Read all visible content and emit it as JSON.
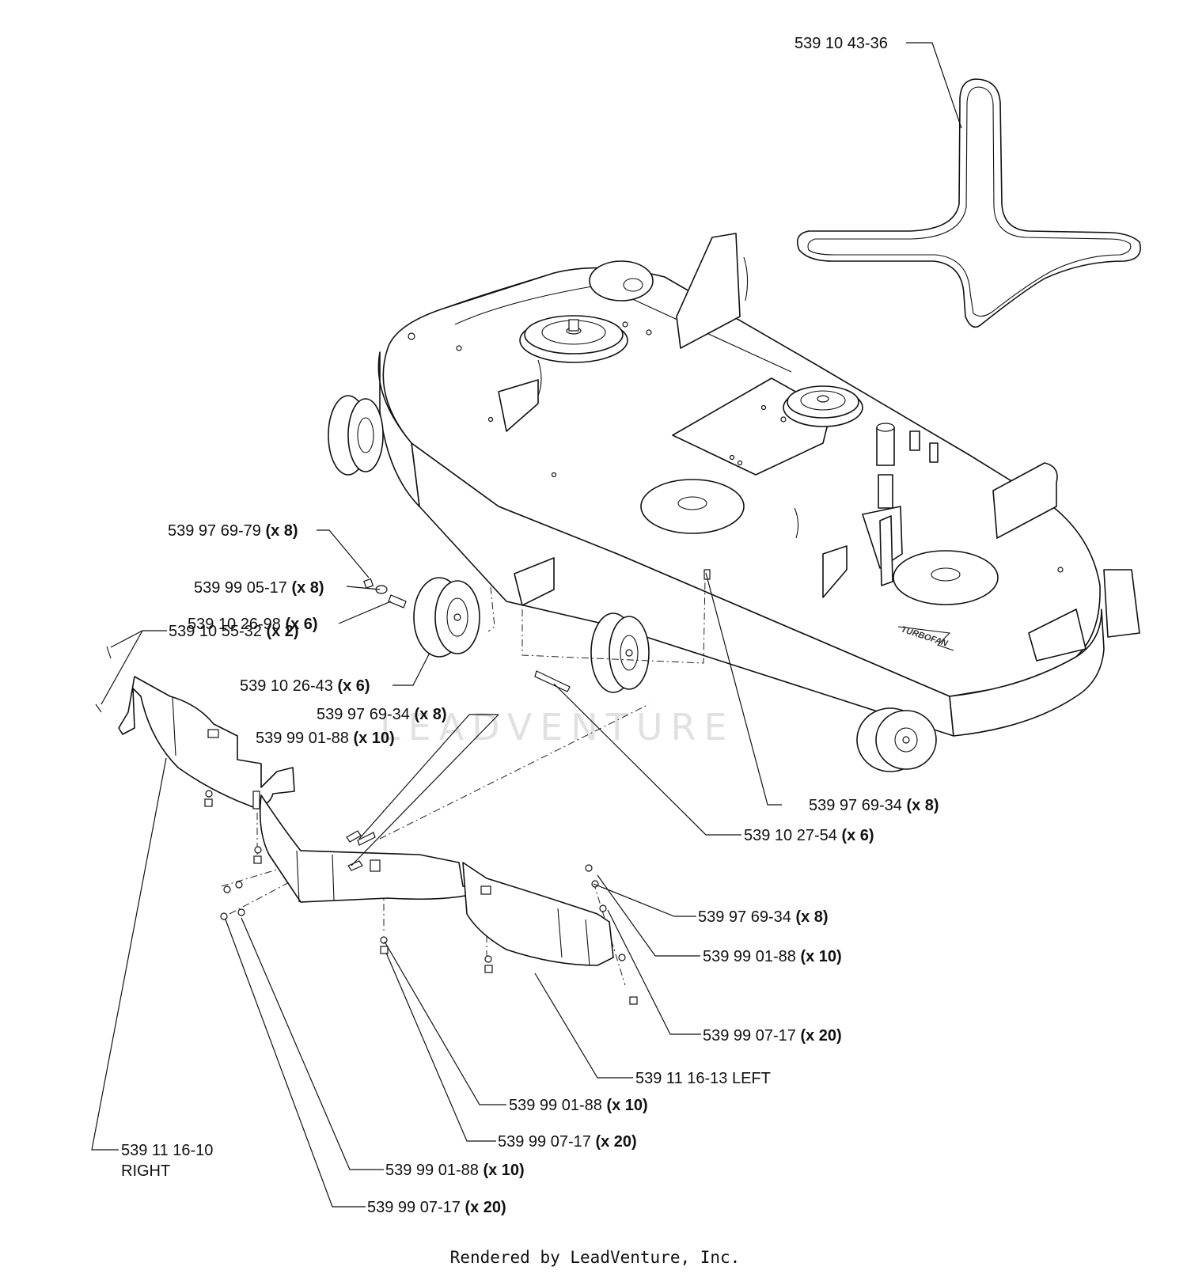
{
  "callouts": [
    {
      "part": "539 10 43-36",
      "qty": ""
    },
    {
      "part": "539 97 69-79",
      "qty": "(x 8)"
    },
    {
      "part": "539 99 05-17",
      "qty": "(x 8)"
    },
    {
      "part": "539 10 26-98",
      "qty": "(x 6)"
    },
    {
      "part": "539 10 55-32",
      "qty": "(x 2)"
    },
    {
      "part": "539 10 26-43",
      "qty": "(x 6)"
    },
    {
      "part": "539 97 69-34",
      "qty": "(x 8)"
    },
    {
      "part": "539 99 01-88",
      "qty": "(x 10)"
    },
    {
      "part": "539 97 69-34",
      "qty": "(x 8)"
    },
    {
      "part": "539 10 27-54",
      "qty": "(x 6)"
    },
    {
      "part": "539 97 69-34",
      "qty": "(x 8)"
    },
    {
      "part": "539 99 01-88",
      "qty": "(x 10)"
    },
    {
      "part": "539 99 07-17",
      "qty": "(x 20)"
    },
    {
      "part": "539 11 16-13 LEFT",
      "qty": ""
    },
    {
      "part": "539 99 01-88",
      "qty": "(x 10)"
    },
    {
      "part": "539 99 07-17",
      "qty": "(x 20)"
    },
    {
      "part": "539 11 16-10",
      "qty": ""
    },
    {
      "part": "RIGHT",
      "qty": ""
    },
    {
      "part": "539 99 01-88",
      "qty": "(x 10)"
    },
    {
      "part": "539 99 07-17",
      "qty": "(x 20)"
    }
  ],
  "deck_logo": "TURBOFAN",
  "watermark": "LEADVENTURE",
  "footer": "Rendered by LeadVenture, Inc."
}
